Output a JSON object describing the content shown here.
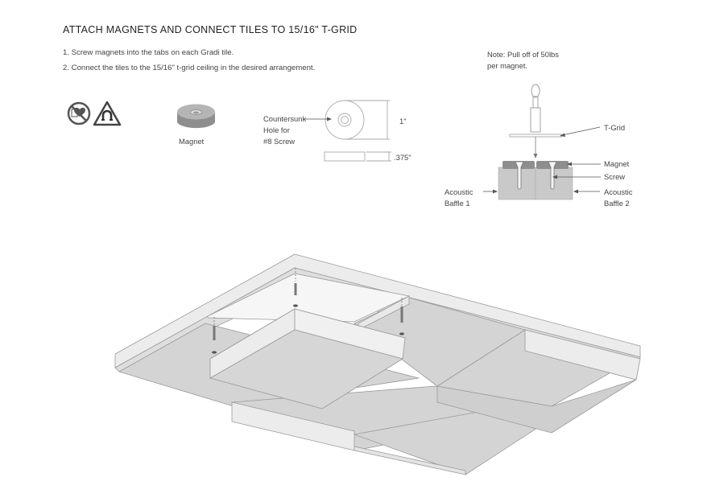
{
  "header": {
    "title": "ATTACH MAGNETS AND CONNECT TILES TO 15/16\" T-GRID"
  },
  "steps": [
    "1. Screw magnets into the tabs on each Gradi tile.",
    "2. Connect the tiles to the 15/16\" t-grid ceiling in the desired arrangement."
  ],
  "magnet": {
    "label": "Magnet",
    "countersunk_lines": [
      "Countersunk",
      "Hole for",
      "#8 Screw"
    ],
    "diameter_label": "1\"",
    "thickness_label": ".375\""
  },
  "note": {
    "lines": [
      "Note: Pull off of 50lbs",
      "per magnet."
    ]
  },
  "detail": {
    "tgrid": "T-Grid",
    "magnet": "Magnet",
    "screw": "Screw",
    "baffle1_lines": [
      "Acoustic",
      "Baffle 1"
    ],
    "baffle2_lines": [
      "Acoustic",
      "Baffle 2"
    ]
  },
  "icons": [
    "no-pacemaker-icon",
    "magnet-warning-icon"
  ],
  "colors": {
    "tile_face": "#d4d4d4",
    "tile_side": "#ececec",
    "magnet_top": "#b8b8b8",
    "text": "#444444"
  }
}
